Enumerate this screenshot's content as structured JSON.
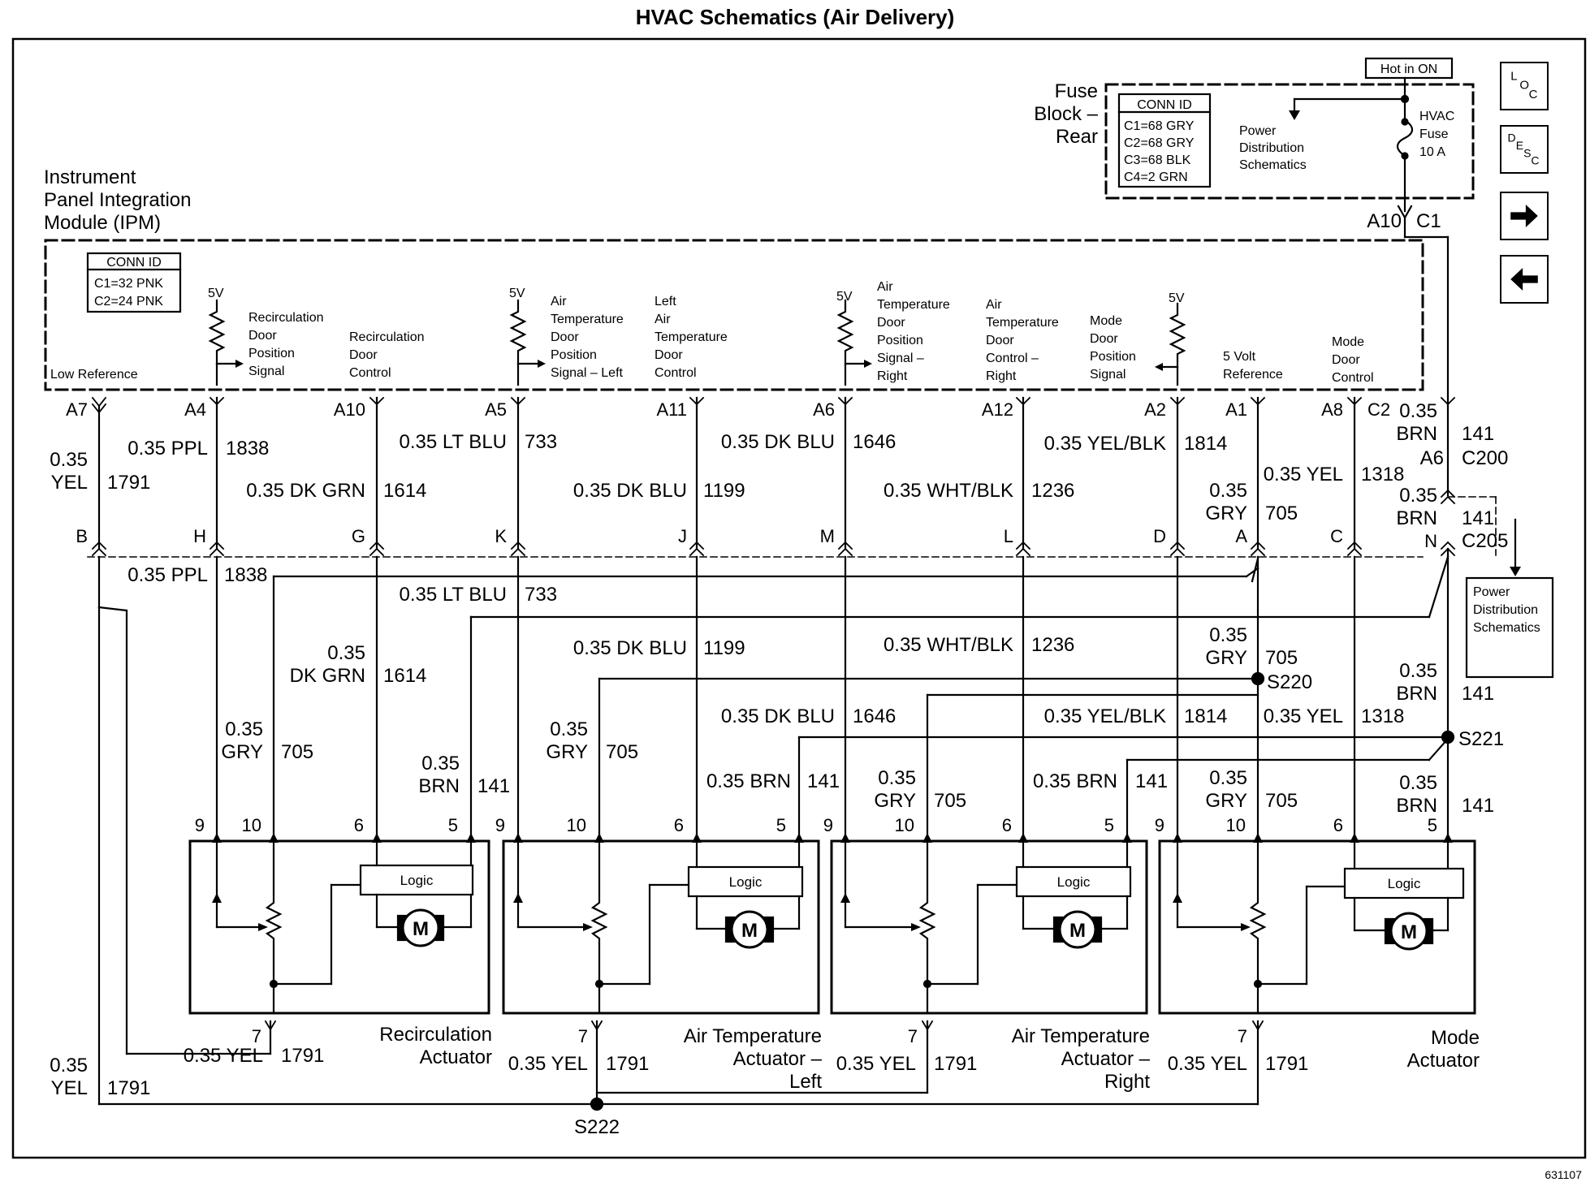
{
  "title": "HVAC Schematics (Air Delivery)",
  "fig_id": "631107",
  "nav": {
    "loc": [
      "L",
      "O",
      "C"
    ],
    "desc": [
      "D",
      "E",
      "S",
      "C"
    ]
  },
  "fuse": {
    "hot": "Hot in ON",
    "block": [
      "Fuse",
      "Block –",
      "Rear"
    ],
    "conn_title": "CONN ID",
    "conn": [
      "C1=68 GRY",
      "C2=68 GRY",
      "C3=68 BLK",
      "C4=2 GRN"
    ],
    "pds": [
      "Power",
      "Distribution",
      "Schematics"
    ],
    "fuse_label": [
      "HVAC",
      "Fuse",
      "10 A"
    ],
    "pin": "A10",
    "connector": "C1"
  },
  "ipm": {
    "title": [
      "Instrument",
      "Panel Integration",
      "Module (IPM)"
    ],
    "conn_title": "CONN ID",
    "conn": [
      "C1=32 PNK",
      "C2=24 PNK"
    ],
    "five_v": "5V",
    "signals": {
      "low_ref": [
        "Low Reference"
      ],
      "recirc_pos": [
        "Recirculation",
        "Door",
        "Position",
        "Signal"
      ],
      "recirc_ctrl": [
        "Recirculation",
        "Door",
        "Control"
      ],
      "air_left_pos": [
        "Air",
        "Temperature",
        "Door",
        "Position",
        "Signal – Left"
      ],
      "left_air_ctrl": [
        "Left",
        "Air",
        "Temperature",
        "Door",
        "Control"
      ],
      "air_right_pos": [
        "Air",
        "Temperature",
        "Door",
        "Position",
        "Signal –",
        "Right"
      ],
      "air_right_ctrl": [
        "Air",
        "Temperature",
        "Door",
        "Control –",
        "Right"
      ],
      "mode_pos": [
        "Mode",
        "Door",
        "Position",
        "Signal"
      ],
      "five_v_ref": [
        "5 Volt",
        "Reference"
      ],
      "mode_ctrl": [
        "Mode",
        "Door",
        "Control"
      ]
    }
  },
  "pins_top": [
    "A7",
    "A4",
    "A10",
    "A5",
    "A11",
    "A6",
    "A12",
    "A2",
    "A1",
    "A8"
  ],
  "pins_mid": [
    "B",
    "H",
    "G",
    "K",
    "J",
    "M",
    "L",
    "D",
    "A",
    "C",
    "N"
  ],
  "upper_wires": {
    "w1791": [
      "0.35",
      "YEL",
      "1791"
    ],
    "w1838": [
      "0.35 PPL",
      "1838"
    ],
    "w1614": [
      "0.35 DK GRN",
      "1614"
    ],
    "w733": [
      "0.35 LT BLU",
      "733"
    ],
    "w1199": [
      "0.35 DK BLU",
      "1199"
    ],
    "w1646": [
      "0.35 DK BLU",
      "1646"
    ],
    "w1236": [
      "0.35 WHT/BLK",
      "1236"
    ],
    "w1814": [
      "0.35 YEL/BLK",
      "1814"
    ],
    "w705": [
      "0.35",
      "GRY",
      "705"
    ],
    "w1318": [
      "0.35 YEL",
      "1318"
    ],
    "w141": [
      "0.35",
      "BRN",
      "141"
    ]
  },
  "c200": {
    "connector": "C2",
    "pin": "A6",
    "name": "C200"
  },
  "c205": {
    "pin": "N",
    "name": "C205",
    "gauge": "0.35",
    "color": "BRN",
    "circuit": "141"
  },
  "pds2": [
    "Power",
    "Distribution",
    "Schematics"
  ],
  "lower_wires": {
    "w1838": [
      "0.35 PPL",
      "1838"
    ],
    "w733": [
      "0.35 LT BLU",
      "733"
    ],
    "w1614": [
      "0.35",
      "DK GRN",
      "1614"
    ],
    "w1199": [
      "0.35 DK BLU",
      "1199"
    ],
    "w1236": [
      "0.35 WHT/BLK",
      "1236"
    ],
    "w705_top": [
      "0.35",
      "GRY",
      "705"
    ],
    "w1646": [
      "0.35 DK BLU",
      "1646"
    ],
    "w1814": [
      "0.35 YEL/BLK",
      "1814"
    ],
    "w1318": [
      "0.35 YEL",
      "1318"
    ],
    "w141_top": [
      "0.35",
      "BRN",
      "141"
    ]
  },
  "splices": {
    "s220": "S220",
    "s221": "S221",
    "s222": "S222"
  },
  "actuators": [
    {
      "name": [
        "Recirculation",
        "Actuator"
      ],
      "pins": [
        "9",
        "10",
        "6",
        "5"
      ],
      "gnd_pin": "7",
      "logic": "Logic",
      "motor": "M",
      "gry": [
        "0.35",
        "GRY",
        "705"
      ],
      "brn": [
        "0.35",
        "BRN",
        "141"
      ],
      "yel": [
        "0.35 YEL",
        "1791"
      ]
    },
    {
      "name": [
        "Air Temperature",
        "Actuator –",
        "Left"
      ],
      "pins": [
        "9",
        "10",
        "6",
        "5"
      ],
      "gnd_pin": "7",
      "logic": "Logic",
      "motor": "M",
      "gry": [
        "0.35",
        "GRY",
        "705"
      ],
      "brn": [
        "0.35 BRN",
        "141"
      ],
      "yel": [
        "0.35 YEL",
        "1791"
      ]
    },
    {
      "name": [
        "Air Temperature",
        "Actuator –",
        "Right"
      ],
      "pins": [
        "9",
        "10",
        "6",
        "5"
      ],
      "gnd_pin": "7",
      "logic": "Logic",
      "motor": "M",
      "gry": [
        "0.35",
        "GRY",
        "705"
      ],
      "brn": [
        "0.35 BRN",
        "141"
      ],
      "yel": [
        "0.35 YEL",
        "1791"
      ]
    },
    {
      "name": [
        "Mode",
        "Actuator"
      ],
      "pins": [
        "9",
        "10",
        "6",
        "5"
      ],
      "gnd_pin": "7",
      "logic": "Logic",
      "motor": "M",
      "gry": [
        "0.35",
        "GRY",
        "705"
      ],
      "brn": [
        "0.35",
        "BRN",
        "141"
      ],
      "yel": [
        "0.35 YEL",
        "1791"
      ]
    }
  ],
  "bottom_yel": [
    "0.35",
    "YEL",
    "1791"
  ]
}
